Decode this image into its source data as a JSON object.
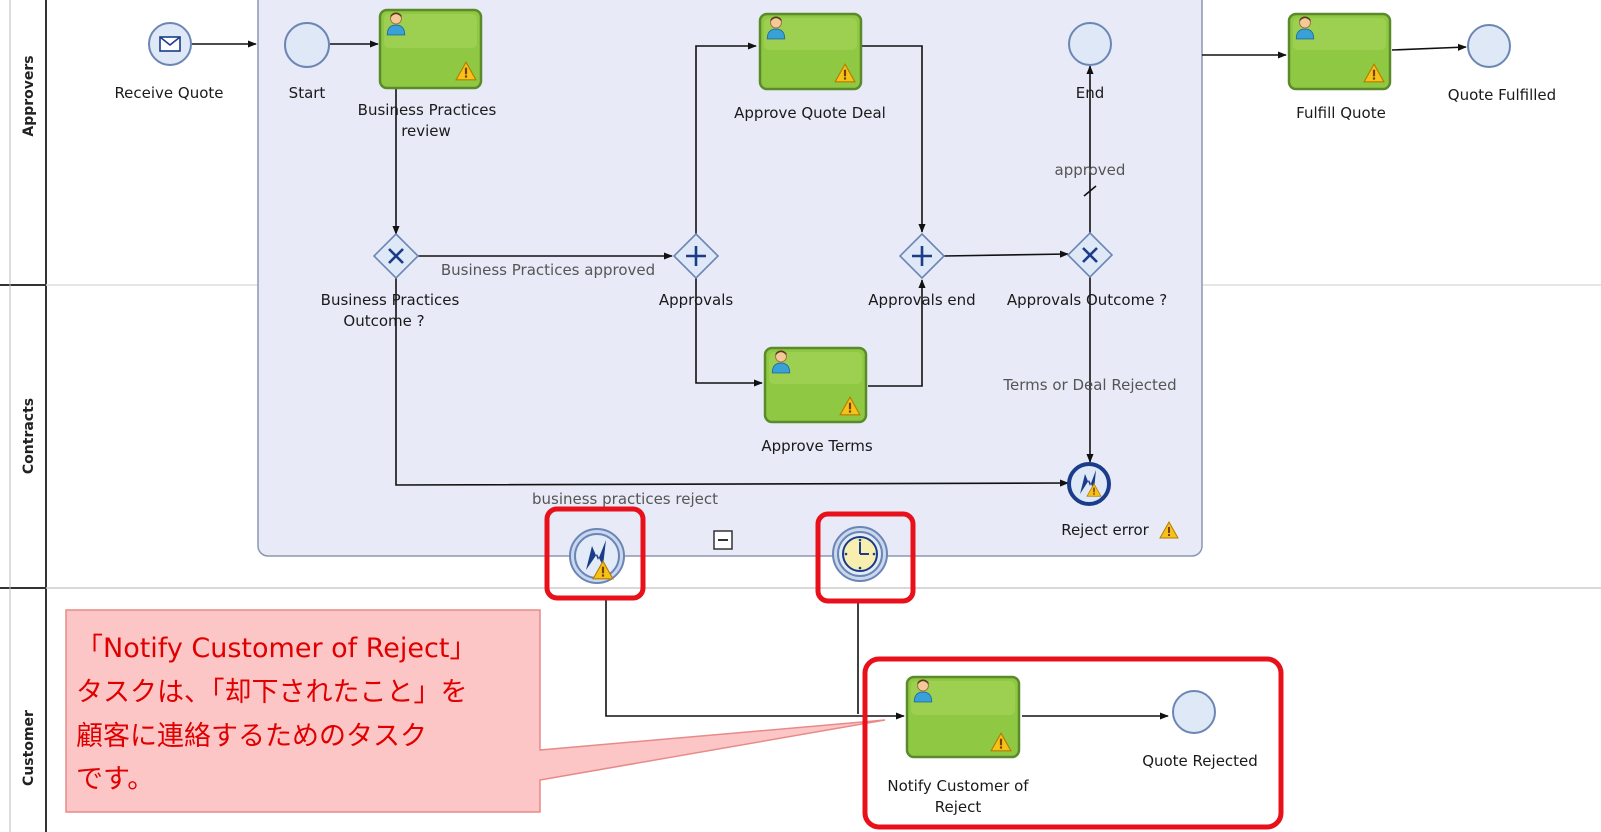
{
  "lanes": [
    "Approvers",
    "Contracts",
    "Customer"
  ],
  "nodes": {
    "receive_quote": "Receive Quote",
    "start": "Start",
    "bp_review_1": "Business Practices",
    "bp_review_2": "review",
    "approve_quote_deal": "Approve Quote Deal",
    "end": "End",
    "fulfill_quote": "Fulfill Quote",
    "quote_fulfilled": "Quote Fulfilled",
    "bp_outcome_1": "Business Practices",
    "bp_outcome_2": "Outcome ?",
    "approvals": "Approvals",
    "approvals_end": "Approvals end",
    "approvals_outcome": "Approvals Outcome ?",
    "approve_terms": "Approve Terms",
    "reject_error": "Reject error",
    "notify_customer_1": "Notify Customer of",
    "notify_customer_2": "Reject",
    "quote_rejected": "Quote Rejected"
  },
  "flow_labels": {
    "bp_approved": "Business Practices approved",
    "approved": "approved",
    "terms_or_deal_rejected": "Terms or Deal Rejected",
    "bp_reject": "business practices reject"
  },
  "callout": {
    "line1": "「Notify Customer of Reject」",
    "line2": "タスクは、「却下されたこと」を",
    "line3": "顧客に連絡するためのタスク",
    "line4": "です。"
  },
  "colors": {
    "task_fill": "#8fc843",
    "event_fill": "#dfe8f6",
    "subprocess_fill": "#e8ebf7",
    "highlight": "#e8101a",
    "callout_fill": "#fcc6c6"
  },
  "icons": [
    "user-task-icon",
    "warning-icon",
    "message-icon",
    "error-event-icon",
    "timer-icon",
    "collapse-icon"
  ]
}
